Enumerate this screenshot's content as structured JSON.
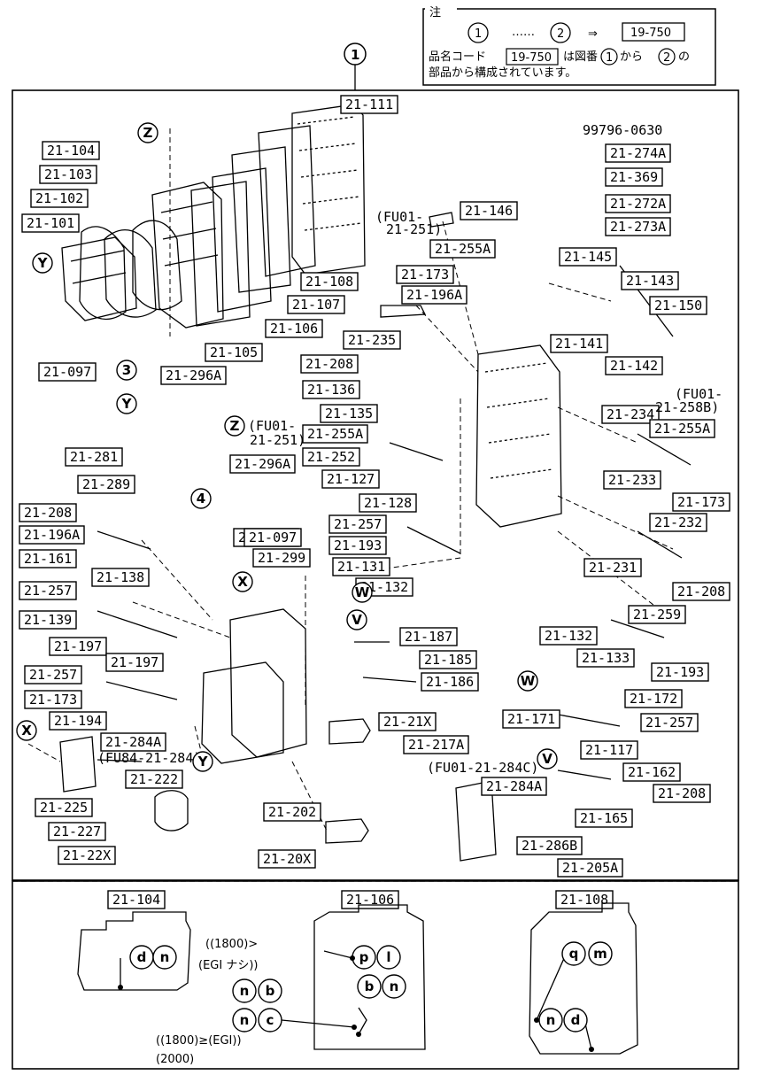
{
  "note": {
    "title": "注",
    "range_from": "1",
    "dots": "……",
    "range_to": "2",
    "arrow": "⇒",
    "code": "19-750",
    "line2_prefix": "品名コード",
    "line2_code": "19-750",
    "line2_mid": "は図番",
    "line2_from": "1",
    "line2_kara": "から",
    "line2_to": "2",
    "line2_no": "の",
    "line3": "部品から構成されています。"
  },
  "assembly_ref": "1",
  "part_labels": [
    "21-111",
    "21-104",
    "21-103",
    "21-102",
    "21-101",
    "21-108",
    "21-107",
    "21-106",
    "21-105",
    "21-296A",
    "21-097",
    "21-281",
    "21-296A",
    "21-289",
    "21-146",
    "21-255A",
    "21-173",
    "21-196A",
    "21-235",
    "21-208",
    "21-136",
    "21-135",
    "21-255A",
    "21-252",
    "21-127",
    "21-128",
    "21-257",
    "21-193",
    "21-131",
    "21-132",
    "21-274A",
    "21-369",
    "21-272A",
    "21-273A",
    "21-145",
    "21-143",
    "21-150",
    "21-141",
    "21-142",
    "21-234",
    "21-255A",
    "21-233",
    "21-173",
    "21-232",
    "21-231",
    "21-208",
    "21-259",
    "21-132",
    "21-133",
    "21-193",
    "21-208",
    "21-196A",
    "21-161",
    "21-286B",
    "21-097",
    "21-299",
    "21-257",
    "21-138",
    "21-139",
    "21-197",
    "21-197",
    "21-257",
    "21-173",
    "21-194",
    "21-284A",
    "21-225",
    "21-222",
    "21-227",
    "21-22X",
    "21-187",
    "21-185",
    "21-186",
    "21-21X",
    "21-217A",
    "21-202",
    "21-20X",
    "21-172",
    "21-171",
    "21-257",
    "21-117",
    "21-162",
    "21-208",
    "21-284A",
    "21-165",
    "21-286B",
    "21-205A",
    "21-104",
    "21-106",
    "21-108"
  ],
  "bolt_code": "99796-0630",
  "codes": {
    "fu01_251_a": "(FU01-",
    "fu01_251_b": "21-251)",
    "fu01_258b_a": "(FU01-",
    "fu01_258b_b": "21-258B)",
    "z_fu01_a": "(FU01-",
    "z_fu01_b": "21-251)",
    "fu84_284": "(FU84-21-284)",
    "fu01_284c": "(FU01-21-284C)"
  },
  "markers": [
    "Z",
    "Y",
    "3",
    "Y",
    "Z",
    "4",
    "X",
    "W",
    "V",
    "X",
    "Y",
    "W",
    "V"
  ],
  "variants": {
    "line_a": "((1800)>",
    "line_b": "(EGI ナシ))",
    "line_c": "((1800)≥(EGI))",
    "line_d": "(2000)"
  },
  "gasket_circles": [
    "d",
    "n",
    "p",
    "l",
    "b",
    "n",
    "q",
    "m",
    "n",
    "d",
    "n",
    "b",
    "n",
    "c"
  ]
}
